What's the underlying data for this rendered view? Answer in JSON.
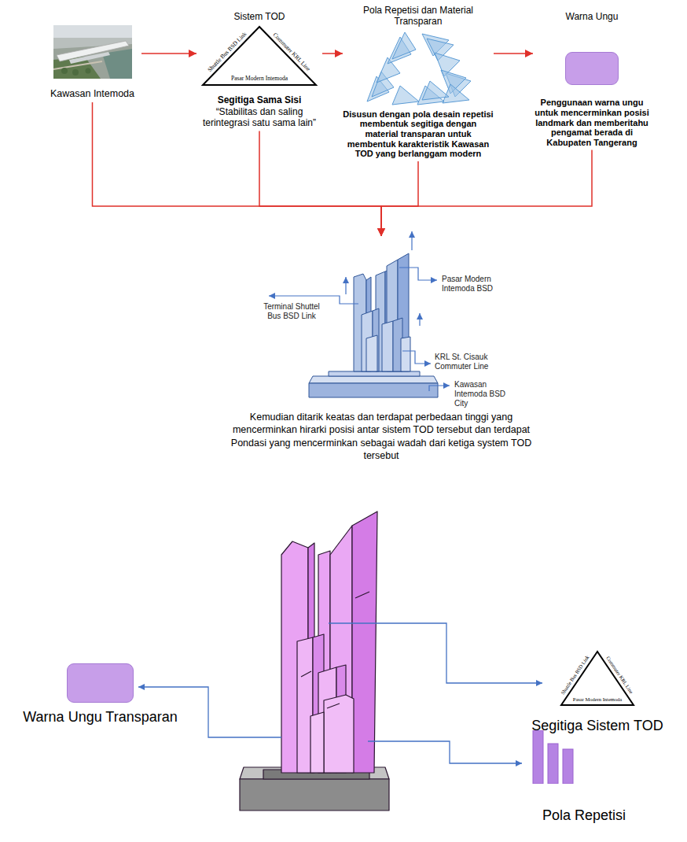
{
  "diagram": {
    "nodes": [
      {
        "text": [
          "Kawasan Intemoda"
        ]
      },
      {
        "text": [
          "Sistem TOD",
          "Shuttle Bus BSD Link",
          "Commuter KRL Line",
          "Pasar Modern Intemoda",
          "Segitiga Sama Sisi",
          "“Stabilitas dan saling terintegrasi satu sama lain”"
        ]
      },
      {
        "text": [
          "Pola Repetisi dan Material Transparan",
          "Disusun dengan pola desain repetisi membentuk segitiga dengan material transparan untuk membentuk karakteristik Kawasan TOD yang berlanggam modern"
        ]
      },
      {
        "text": [
          "Warna Ungu",
          "Penggunaan warna ungu untuk mencerminkan posisi landmark dan memberitahu pengamat berada di Kabupaten Tangerang"
        ]
      },
      {
        "text": [
          "Kemudian ditarik keatas dan terdapat perbedaan tinggi yang mencerminkan hirarki posisi antar sistem TOD tersebut dan terdapat Pondasi yang mencerminkan sebagai wadah dari ketiga system TOD tersebut"
        ]
      },
      {
        "text": [
          "Warna Ungu Transparan"
        ]
      },
      {
        "text": [
          "Shuttle Bus BSD Link",
          "Commuter KRL Line",
          "Pasar Modern Intemoda",
          "Segitiga Sistem TOD"
        ]
      },
      {
        "text": [
          "Pola Repetisi"
        ]
      }
    ],
    "edges": [
      {
        "from": 0,
        "to": 1,
        "arrow": "to"
      },
      {
        "from": 1,
        "to": 2,
        "arrow": "to"
      },
      {
        "from": 2,
        "to": 3,
        "arrow": "to"
      },
      {
        "from": 0,
        "to": 4,
        "arrow": "to"
      },
      {
        "from": 1,
        "to": 4,
        "arrow": "to"
      },
      {
        "from": 2,
        "to": 4,
        "arrow": "to"
      },
      {
        "from": 3,
        "to": 4,
        "arrow": "to"
      }
    ],
    "labels": [
      "Terminal Shuttel Bus BSD Link",
      "Pasar Modern Intemoda BSD",
      "KRL St. Cisauk Commuter Line",
      "Kawasan Intemoda BSD City"
    ]
  }
}
